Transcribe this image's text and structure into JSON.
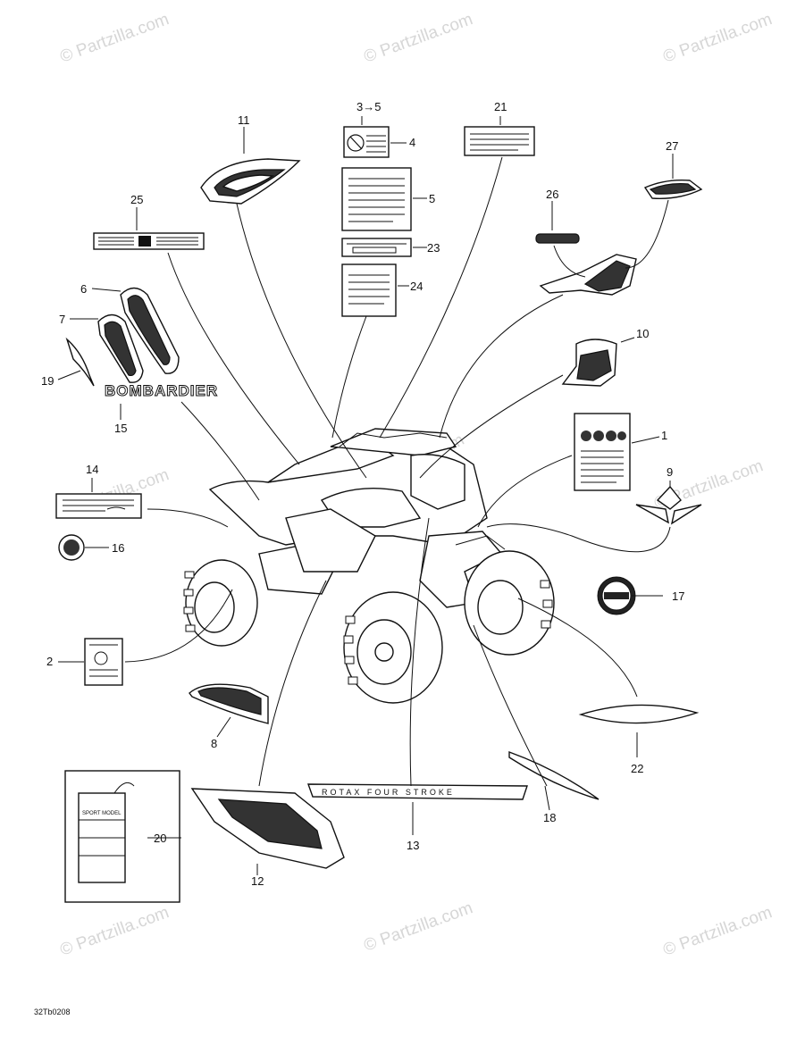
{
  "diagram": {
    "drawing_code": "32Tb0208",
    "brand_decal_text": "BOMBARDIER",
    "strip_decal_text": "ROTAX FOUR STROKE",
    "tag_text": "SPORT MODEL",
    "watermark": "© Partzilla.com",
    "callouts": {
      "c1": "1",
      "c2": "2",
      "c3": "3→5",
      "c4": "4",
      "c5": "5",
      "c6": "6",
      "c7": "7",
      "c8": "8",
      "c9": "9",
      "c10": "10",
      "c11": "11",
      "c12": "12",
      "c13": "13",
      "c14": "14",
      "c15": "15",
      "c16": "16",
      "c17": "17",
      "c18": "18",
      "c19": "19",
      "c20": "20",
      "c21": "21",
      "c22": "22",
      "c23": "23",
      "c24": "24",
      "c25": "25",
      "c26": "26",
      "c27": "27"
    }
  }
}
